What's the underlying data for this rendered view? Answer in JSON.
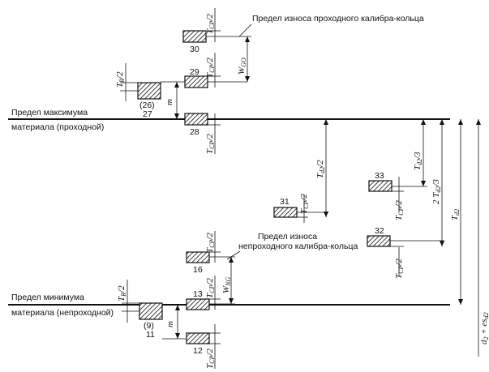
{
  "labels": {
    "wear_go": "Предел износа проходного калибра-кольца",
    "max_material_1": "Предел максимума",
    "max_material_2": "материала (проходной)",
    "wear_nogo_1": "Предел износа",
    "wear_nogo_2": "непроходного калибра-кольца",
    "min_material_1": "Предел минимума",
    "min_material_2": "материала (непроходной)"
  },
  "boxes": {
    "b30": "30",
    "b29": "29",
    "b26": "(26)",
    "b27": "27",
    "b28": "28",
    "b31": "31",
    "b33": "33",
    "b32": "32",
    "b16": "16",
    "b13": "13",
    "b9": "(9)",
    "b11": "11",
    "b12": "12"
  },
  "dims": {
    "tcp": "T",
    "tcp_sub": "CP",
    "half": "/2",
    "tr": "T",
    "tr_sub": "R",
    "wgo": "W",
    "wgo_sub": "GO",
    "wng": "W",
    "wng_sub": "NG",
    "m": "m",
    "td2_half": "T",
    "td2_sub": "d2",
    "td2_third_pre": "",
    "third": "/3",
    "two_td2_third_pre": "2 T",
    "td2": "T",
    "d2_es": "d",
    "d2_sub": "2",
    "plus_es": " + es",
    "es_sub": "d2"
  }
}
